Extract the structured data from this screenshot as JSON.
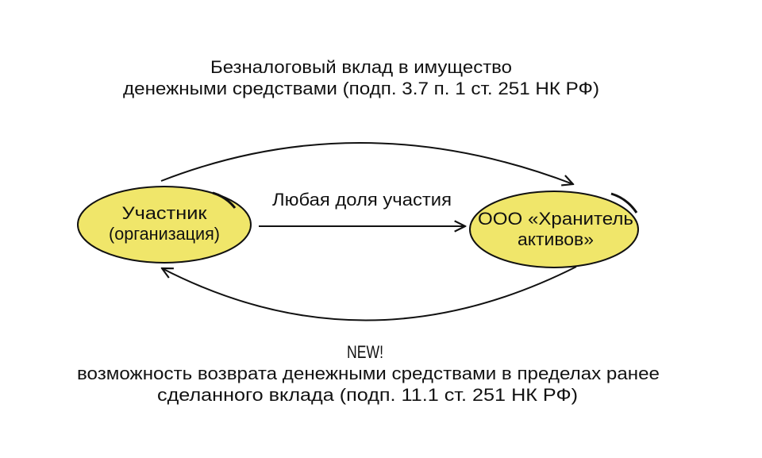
{
  "top_caption": {
    "line1": "Безналоговый вклад в имущество",
    "line2": "денежными средствами (подп. 3.7 п. 1 ст. 251 НК РФ)"
  },
  "nodes": {
    "participant": {
      "line1": "Участник",
      "line2": "(организация)"
    },
    "company": {
      "line1": "ООО «Хранитель",
      "line2": "активов»"
    }
  },
  "middle_arrow_label": "Любая доля участия",
  "bottom_caption": {
    "badge": "NEW!",
    "line1": "возможность возврата денежными средствами в пределах ранее",
    "line2": "сделанного вклада (подп. 11.1 ст. 251  НК РФ)"
  },
  "colors": {
    "node_fill": "#f0e66a",
    "stroke": "#111111"
  }
}
